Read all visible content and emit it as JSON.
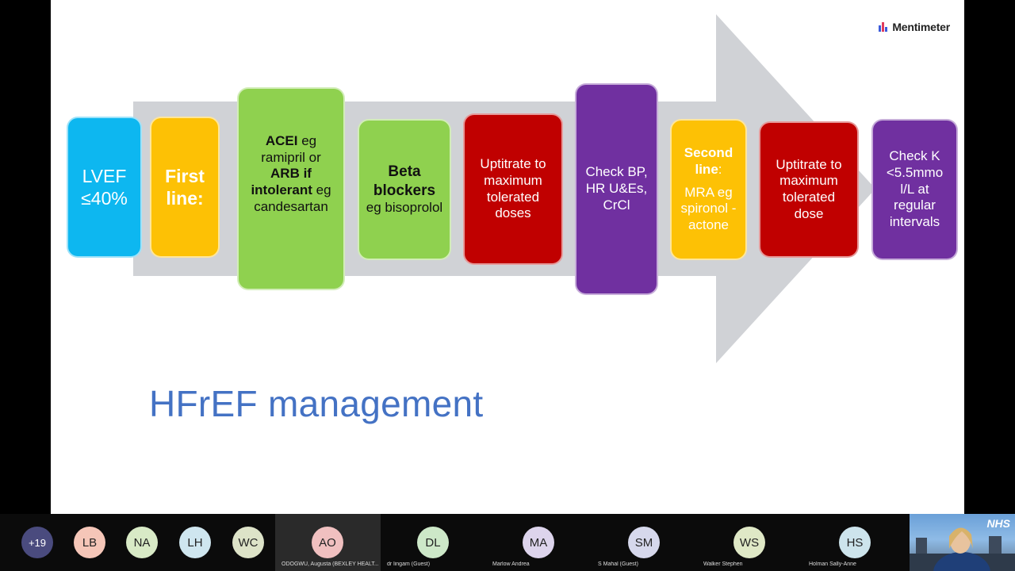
{
  "slide": {
    "brand": "Mentimeter",
    "title": "HFrEF management",
    "boxes": {
      "lvef": "LVEF ≤40%",
      "first_line": "First line:",
      "acei": {
        "acei": "ACEI",
        "eg1": " eg ramipril or ",
        "arb": "ARB if intolerant",
        "eg2": " eg candesartan"
      },
      "beta": {
        "bold": "Beta blockers",
        "rest": "eg bisoprolol"
      },
      "uptitrate1": "Uptitrate to maximum tolerated doses",
      "check_bp": "Check BP, HR U&Es, CrCl",
      "second_line": {
        "bold": "Second line",
        "colon": ":",
        "rest": "MRA eg spironol -actone"
      },
      "uptitrate2": "Uptitrate to maximum tolerated dose",
      "check_k": "Check K <5.5mmo l/L at regular intervals"
    },
    "colors": {
      "blue": "#0db7f0",
      "yellow": "#fdc105",
      "green": "#8fd14f",
      "red": "#c00000",
      "purple": "#7030a0",
      "arrow": "#d0d2d6",
      "title": "#4472c4"
    }
  },
  "participants": {
    "overflow": "+19",
    "avatars": [
      {
        "initials": "LB",
        "color": "#f5c6b8",
        "name": ""
      },
      {
        "initials": "NA",
        "color": "#d8eac6",
        "name": ""
      },
      {
        "initials": "LH",
        "color": "#cfe6ef",
        "name": ""
      },
      {
        "initials": "WC",
        "color": "#dde3c8",
        "name": ""
      },
      {
        "initials": "AO",
        "color": "#f0c0c0",
        "name": "ODOGWU, Augusta (BEXLEY HEALT..."
      },
      {
        "initials": "DL",
        "color": "#cde8c8",
        "name": "dr lingam (Guest)"
      },
      {
        "initials": "MA",
        "color": "#ddd4ec",
        "name": "Marlow Andrea"
      },
      {
        "initials": "SM",
        "color": "#d6d8ec",
        "name": "S Mahal (Guest)"
      },
      {
        "initials": "WS",
        "color": "#dfe8c6",
        "name": "Walker Stephen"
      },
      {
        "initials": "HS",
        "color": "#cde4ec",
        "name": "Holman Sally-Anne"
      }
    ],
    "video_logo": "NHS"
  }
}
